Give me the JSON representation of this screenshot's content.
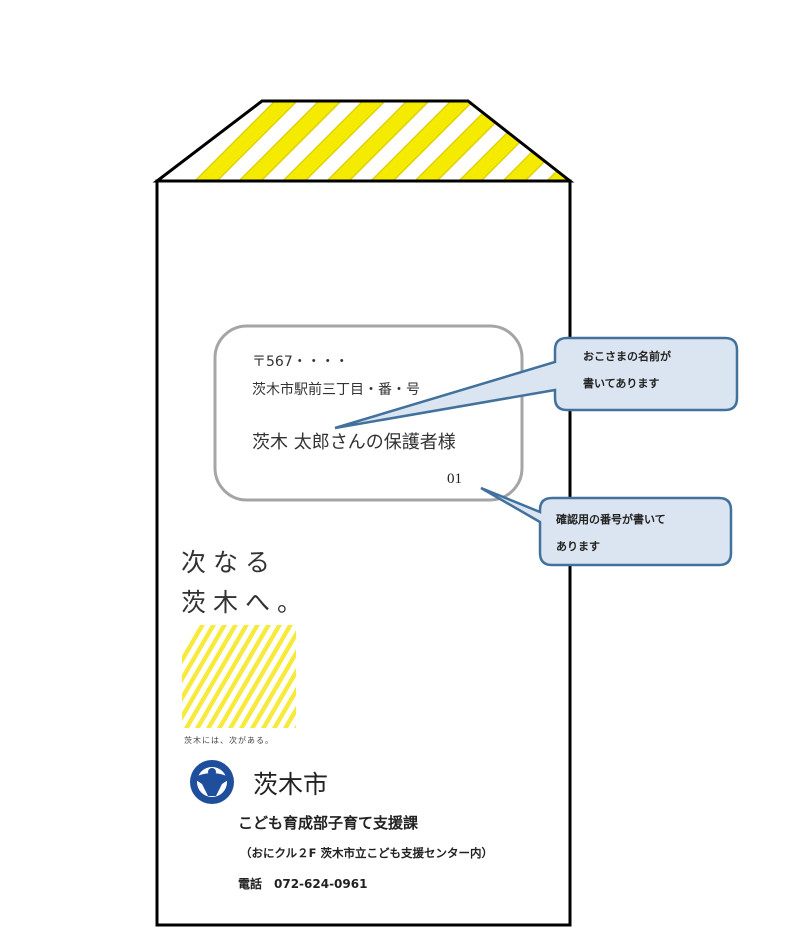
{
  "window": {
    "postal": "〒567・・・・",
    "address": "茨木市駅前三丁目・番・号",
    "recipient": "茨木 太郎さんの保護者様",
    "number": "01"
  },
  "callouts": [
    {
      "line1": "おこさまの名前が",
      "line2": "書いてあります"
    },
    {
      "line1": "確認用の番号が書いて",
      "line2": "あります"
    }
  ],
  "logo": {
    "slogan_line1": "次なる",
    "slogan_line2": "茨木へ。",
    "tagline": "茨木には、次がある。"
  },
  "sender": {
    "city": "茨木市",
    "department": "こども育成部子育て支援課",
    "location": "（おにクル２F 茨木市立こども支援センター内）",
    "phone": "電話　072-624-0961"
  },
  "colors": {
    "stripe": "#f5eb00",
    "callout_fill": "#dbe5f1",
    "callout_stroke": "#41719c",
    "emblem": "#1f4e9c"
  }
}
